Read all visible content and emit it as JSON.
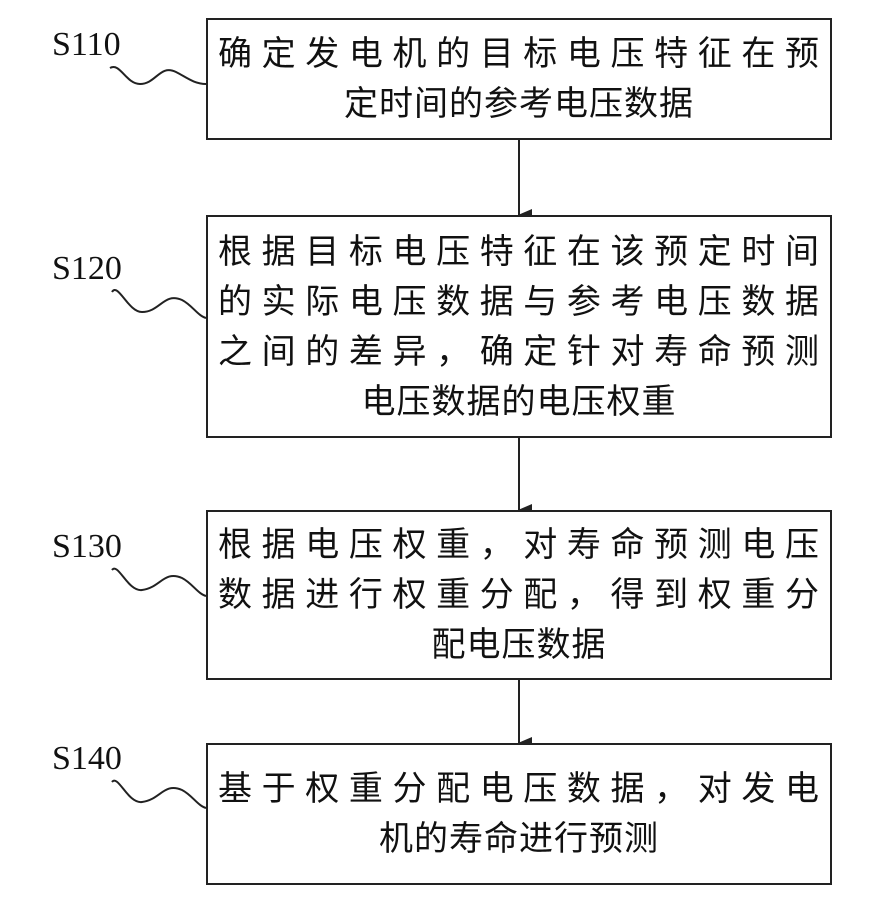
{
  "steps": [
    {
      "label": "S110",
      "lines": [
        "确定发电机的目标电压特征在预",
        "定时间的参考电压数据"
      ]
    },
    {
      "label": "S120",
      "lines": [
        "根据目标电压特征在该预定时间",
        "的实际电压数据与参考电压数据",
        "之间的差异，确定针对寿命预测",
        "电压数据的电压权重"
      ]
    },
    {
      "label": "S130",
      "lines": [
        "根据电压权重，对寿命预测电压",
        "数据进行权重分配，得到权重分",
        "配电压数据"
      ]
    },
    {
      "label": "S140",
      "lines": [
        "基于权重分配电压数据，对发电",
        "机的寿命进行预测"
      ]
    }
  ],
  "colors": {
    "line": "#222222",
    "text": "#111111",
    "background": "#ffffff"
  }
}
